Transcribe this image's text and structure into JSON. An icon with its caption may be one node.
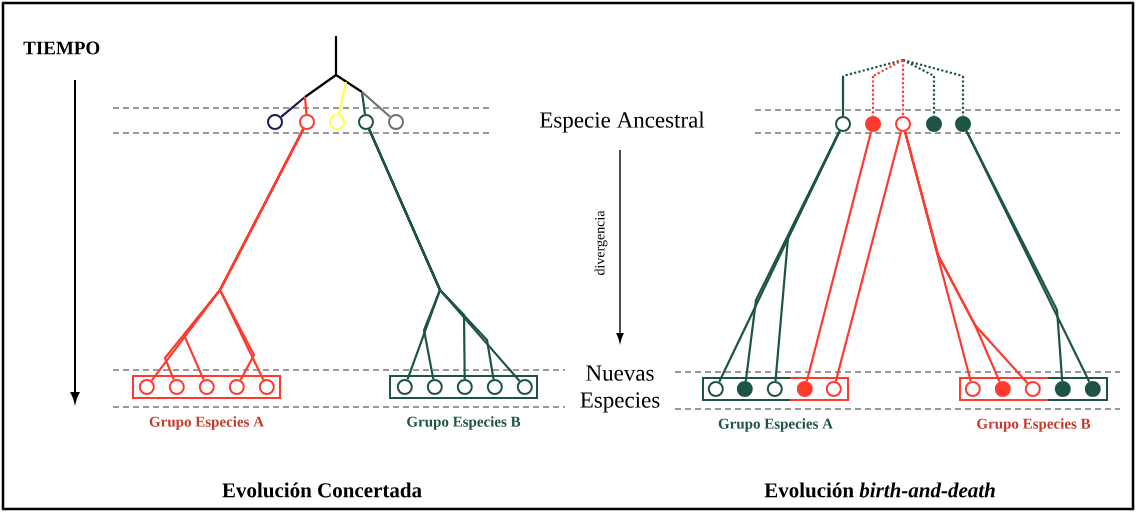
{
  "diagram": {
    "nodes": [
      {
        "text": [],
        "shape": "circle"
      },
      {
        "text": [],
        "shape": "circle"
      },
      {
        "text": [],
        "shape": "circle"
      },
      {
        "text": [],
        "shape": "circle"
      },
      {
        "text": [],
        "shape": "circle"
      },
      {
        "text": [],
        "shape": "circle"
      },
      {
        "text": [],
        "shape": "circle"
      },
      {
        "text": [],
        "shape": "circle"
      },
      {
        "text": [],
        "shape": "circle"
      },
      {
        "text": [],
        "shape": "circle"
      },
      {
        "text": [
          "Grupo Especies A"
        ]
      },
      {
        "text": [],
        "shape": "circle",
        "in": 10
      },
      {
        "text": [],
        "shape": "circle",
        "in": 10
      },
      {
        "text": [],
        "shape": "circle",
        "in": 10
      },
      {
        "text": [],
        "shape": "circle",
        "in": 10
      },
      {
        "text": [],
        "shape": "circle",
        "in": 10
      },
      {
        "text": [
          "Grupo Especies B"
        ]
      },
      {
        "text": [],
        "shape": "circle",
        "in": 16
      },
      {
        "text": [],
        "shape": "circle",
        "in": 16
      },
      {
        "text": [],
        "shape": "circle",
        "in": 16
      },
      {
        "text": [],
        "shape": "circle",
        "in": 16
      },
      {
        "text": [],
        "shape": "circle",
        "in": 16
      },
      {
        "text": [
          "Grupo Especies A"
        ]
      },
      {
        "text": [],
        "shape": "circle",
        "in": 22
      },
      {
        "text": [],
        "shape": "circle",
        "in": 22
      },
      {
        "text": [],
        "shape": "circle",
        "in": 22
      },
      {
        "text": [],
        "shape": "circle",
        "in": 22
      },
      {
        "text": [],
        "shape": "circle",
        "in": 22
      },
      {
        "text": [
          "Grupo Especies B"
        ]
      },
      {
        "text": [],
        "shape": "circle",
        "in": 28
      },
      {
        "text": [],
        "shape": "circle",
        "in": 28
      },
      {
        "text": [],
        "shape": "circle",
        "in": 28
      },
      {
        "text": [],
        "shape": "circle",
        "in": 28
      },
      {
        "text": [],
        "shape": "circle",
        "in": 28
      }
    ],
    "edges": [
      {
        "from": null,
        "to": 0,
        "arrow": "none",
        "color": "#1c1c5a"
      },
      {
        "from": null,
        "to": 1,
        "arrow": "none",
        "color": "#ff3b2f"
      },
      {
        "from": null,
        "to": 2,
        "arrow": "none",
        "color": "#ffff4d"
      },
      {
        "from": null,
        "to": 3,
        "arrow": "none",
        "color": "#1e5446"
      },
      {
        "from": null,
        "to": 4,
        "arrow": "none",
        "color": "#707070"
      },
      {
        "from": null,
        "to": 5,
        "arrow": "none",
        "color": "#1e5446"
      },
      {
        "from": null,
        "to": 6,
        "arrow": "none",
        "color": "#ff3b2f",
        "style": "dashed"
      },
      {
        "from": null,
        "to": 7,
        "arrow": "none",
        "color": "#ff3b2f",
        "style": "dashed"
      },
      {
        "from": null,
        "to": 8,
        "arrow": "none",
        "color": "#1e5446",
        "style": "dashed"
      },
      {
        "from": null,
        "to": 9,
        "arrow": "none",
        "color": "#1e5446",
        "style": "dashed"
      },
      {
        "from": 1,
        "to": 11,
        "arrow": "none",
        "color": "#ff3b2f"
      },
      {
        "from": 1,
        "to": 12,
        "arrow": "none",
        "color": "#ff3b2f"
      },
      {
        "from": 1,
        "to": 13,
        "arrow": "none",
        "color": "#ff3b2f"
      },
      {
        "from": 1,
        "to": 14,
        "arrow": "none",
        "color": "#ff3b2f"
      },
      {
        "from": 1,
        "to": 15,
        "arrow": "none",
        "color": "#ff3b2f"
      },
      {
        "from": 3,
        "to": 17,
        "arrow": "none",
        "color": "#1e5446"
      },
      {
        "from": 3,
        "to": 18,
        "arrow": "none",
        "color": "#1e5446"
      },
      {
        "from": 3,
        "to": 19,
        "arrow": "none",
        "color": "#1e5446"
      },
      {
        "from": 3,
        "to": 20,
        "arrow": "none",
        "color": "#1e5446"
      },
      {
        "from": 3,
        "to": 21,
        "arrow": "none",
        "color": "#1e5446"
      },
      {
        "from": 5,
        "to": 23,
        "arrow": "none",
        "color": "#1e5446"
      },
      {
        "from": 5,
        "to": 24,
        "arrow": "none",
        "color": "#1e5446"
      },
      {
        "from": 5,
        "to": 25,
        "arrow": "none",
        "color": "#1e5446"
      },
      {
        "from": 6,
        "to": 26,
        "arrow": "none",
        "color": "#ff3b2f"
      },
      {
        "from": 7,
        "to": 27,
        "arrow": "none",
        "color": "#ff3b2f"
      },
      {
        "from": 7,
        "to": 29,
        "arrow": "none",
        "color": "#ff3b2f"
      },
      {
        "from": 7,
        "to": 30,
        "arrow": "none",
        "color": "#ff3b2f"
      },
      {
        "from": 7,
        "to": 31,
        "arrow": "none",
        "color": "#ff3b2f"
      },
      {
        "from": 9,
        "to": 32,
        "arrow": "none",
        "color": "#1e5446"
      },
      {
        "from": 9,
        "to": 33,
        "arrow": "none",
        "color": "#1e5446"
      }
    ],
    "labels": [
      "TIEMPO",
      "Especie Ancestral",
      "divergencia",
      "Nuevas Especies",
      "Evolución Concertada",
      "Evolución *birth-and-death*"
    ]
  }
}
